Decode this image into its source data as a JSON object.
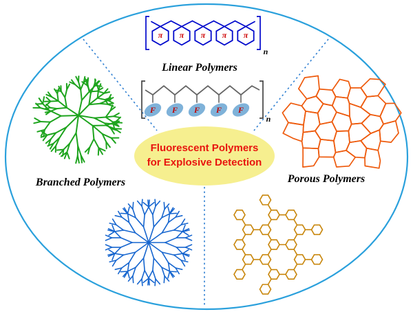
{
  "center": {
    "line1": "Fluorescent Polymers",
    "line2": "for Explosive Detection",
    "fill": "#F6EF8F",
    "text_color": "#E8150F"
  },
  "labels": {
    "linear": "Linear Polymers",
    "branched": "Branched Polymers",
    "porous": "Porous Polymers"
  },
  "linear_chain": {
    "unit_symbol": "π",
    "units": 5,
    "subscript": "n",
    "color": "#0008CC",
    "symbol_color": "#CC0000"
  },
  "fluor_chain": {
    "unit_symbol": "F",
    "units": 5,
    "subscript": "n",
    "backbone_color": "#666666",
    "bracket_color": "#444444",
    "oval_fill": "#7FB2D9",
    "symbol_color": "#C00000"
  },
  "structures": {
    "branched": {
      "name": "branched-polymer",
      "color": "#1EA41E"
    },
    "dendrimer": {
      "name": "dendrimer-polymer",
      "color": "#1766CF"
    },
    "porous": {
      "name": "porous-polymer",
      "color": "#EE5A0C"
    },
    "cof": {
      "name": "honeycomb-network-polymer",
      "color": "#C8860B"
    }
  },
  "frame": {
    "ellipse_color": "#2AA0DC",
    "divider_color": "#2E7FD2"
  }
}
